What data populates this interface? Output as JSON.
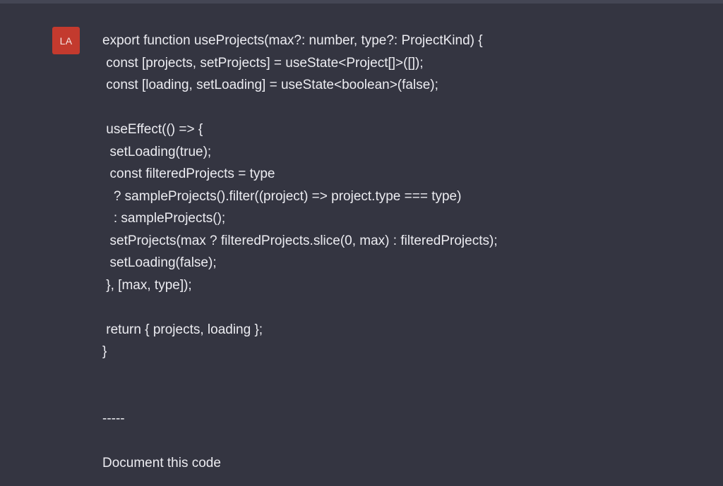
{
  "message": {
    "avatar": {
      "initials": "LA",
      "color": "#c33a2e"
    },
    "code_lines": [
      "export function useProjects(max?: number, type?: ProjectKind) {",
      " const [projects, setProjects] = useState<Project[]>([]);",
      " const [loading, setLoading] = useState<boolean>(false);",
      "",
      " useEffect(() => {",
      "  setLoading(true);",
      "  const filteredProjects = type",
      "   ? sampleProjects().filter((project) => project.type === type)",
      "   : sampleProjects();",
      "  setProjects(max ? filteredProjects.slice(0, max) : filteredProjects);",
      "  setLoading(false);",
      " }, [max, type]);",
      "",
      " return { projects, loading };",
      "}"
    ],
    "separator": "-----",
    "prompt": "Document this code"
  },
  "colors": {
    "background": "#343541",
    "top_strip": "#444654",
    "text": "#ececf1"
  }
}
